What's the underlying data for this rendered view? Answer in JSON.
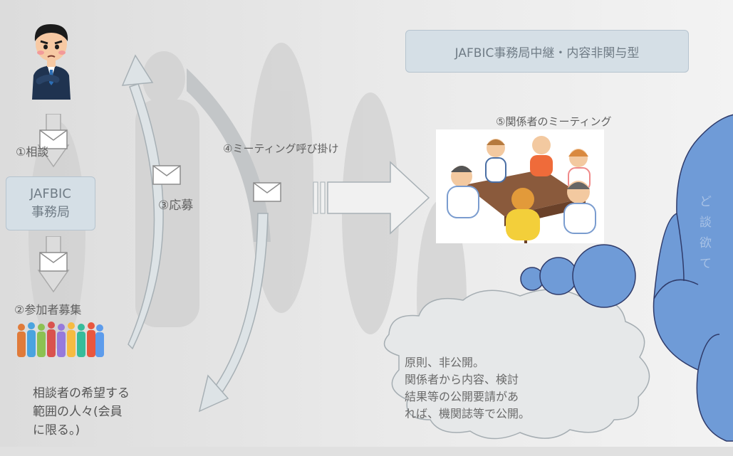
{
  "header_box": {
    "label": "JAFBIC事務局中継・内容非関与型"
  },
  "steps": {
    "consult": "①相談",
    "recruit": "②参加者募集",
    "apply": "③応募",
    "invite": "④ミーティング呼び掛け",
    "meeting": "⑤関係者のミーティング"
  },
  "office_box": {
    "line1": "JAFBIC",
    "line2": "事務局"
  },
  "participants_note": {
    "line1": "相談者の希望する",
    "line2": "範囲の人々(会員",
    "line3": "に限る。)"
  },
  "disclosure_cloud": {
    "text": "原則、非公開。\n関係者から内容、検討\n結果等の公開要請があ\nれば、機関誌等で公開。"
  },
  "thought_bubble": {
    "text": "ど\n談\n欲\nて"
  },
  "colors": {
    "bubble_fill": "#6f9bd7",
    "bubble_stroke": "#2f3b6a",
    "box_fill": "#d5dfe6",
    "arrow": "#b9bcbf"
  }
}
